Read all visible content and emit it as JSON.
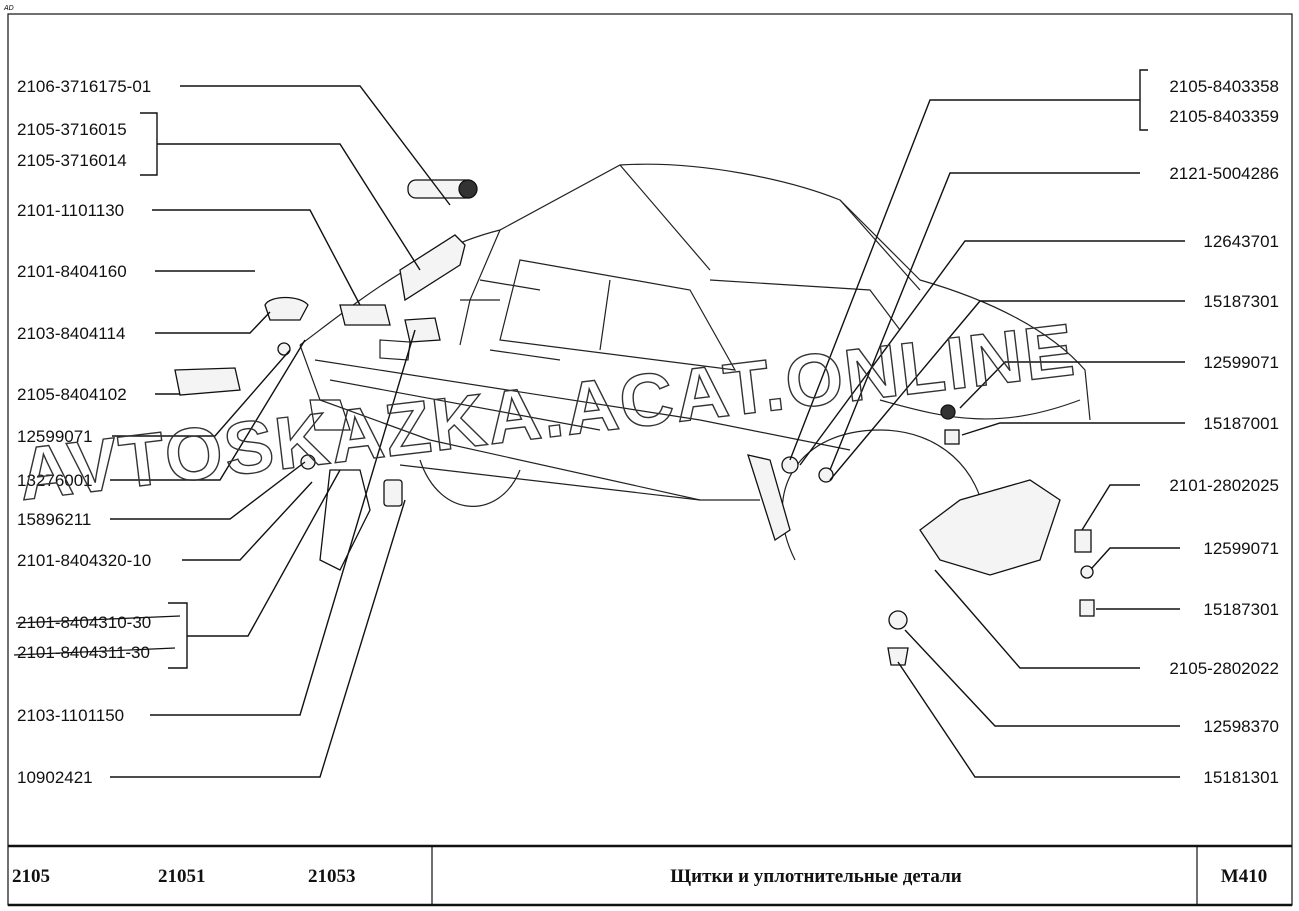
{
  "corner_mark": "AD",
  "watermark": "AVTOSKAZKA.ACAT.ONLINE",
  "left_labels": [
    "2106-3716175-01",
    "2105-3716015",
    "2105-3716014",
    "2101-1101130",
    "2101-8404160",
    "2103-8404114",
    "2105-8404102",
    "12599071",
    "13276001",
    "15896211",
    "2101-8404320-10",
    "2101-8404310-30",
    "2101-8404311-30",
    "2103-1101150",
    "10902421"
  ],
  "right_labels": [
    "2105-8403358",
    "2105-8403359",
    "2121-5004286",
    "12643701",
    "15187301",
    "12599071",
    "15187001",
    "2101-2802025",
    "12599071",
    "15187301",
    "2105-2802022",
    "12598370",
    "15181301"
  ],
  "footer": {
    "models": [
      "2105",
      "21051",
      "21053"
    ],
    "title": "Щитки и уплотнительные детали",
    "code": "M410"
  }
}
